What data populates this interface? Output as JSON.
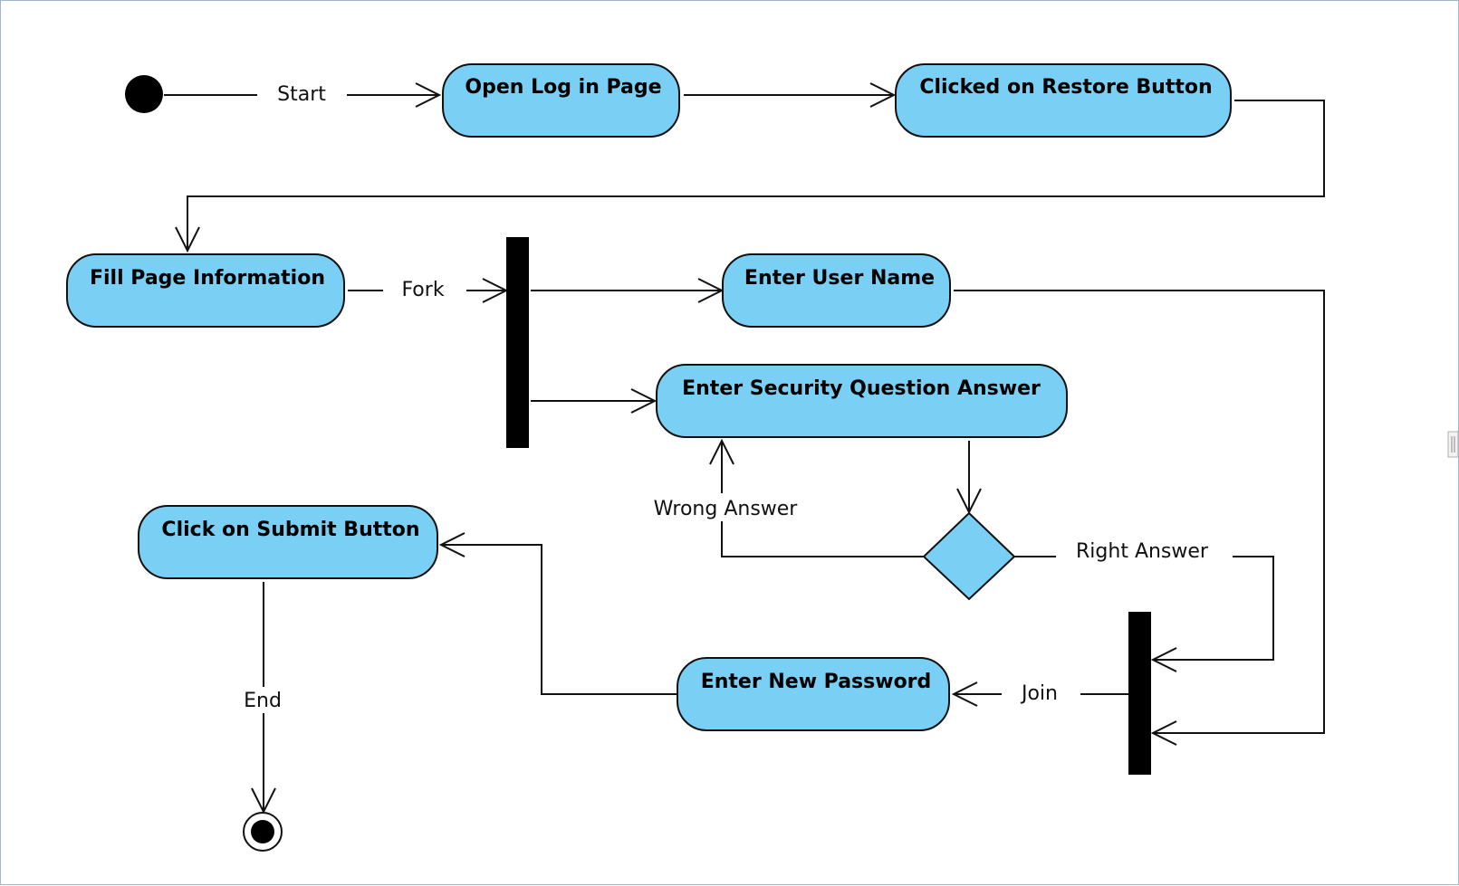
{
  "diagram": {
    "nodes": {
      "open_login": "Open Log in Page",
      "clicked_restore": "Clicked on Restore Button",
      "fill_page": "Fill Page Information",
      "enter_username": "Enter User Name",
      "enter_security": "Enter Security Question Answer",
      "click_submit": "Click on Submit Button",
      "enter_new_password": "Enter New Password"
    },
    "edge_labels": {
      "start": "Start",
      "fork": "Fork",
      "wrong_answer": "Wrong Answer",
      "right_answer": "Right Answer",
      "join": "Join",
      "end": "End"
    },
    "colors": {
      "action_fill": "#7acff4",
      "outline": "#111111",
      "bar": "#000000",
      "frame_border": "#9fb6cc"
    }
  }
}
